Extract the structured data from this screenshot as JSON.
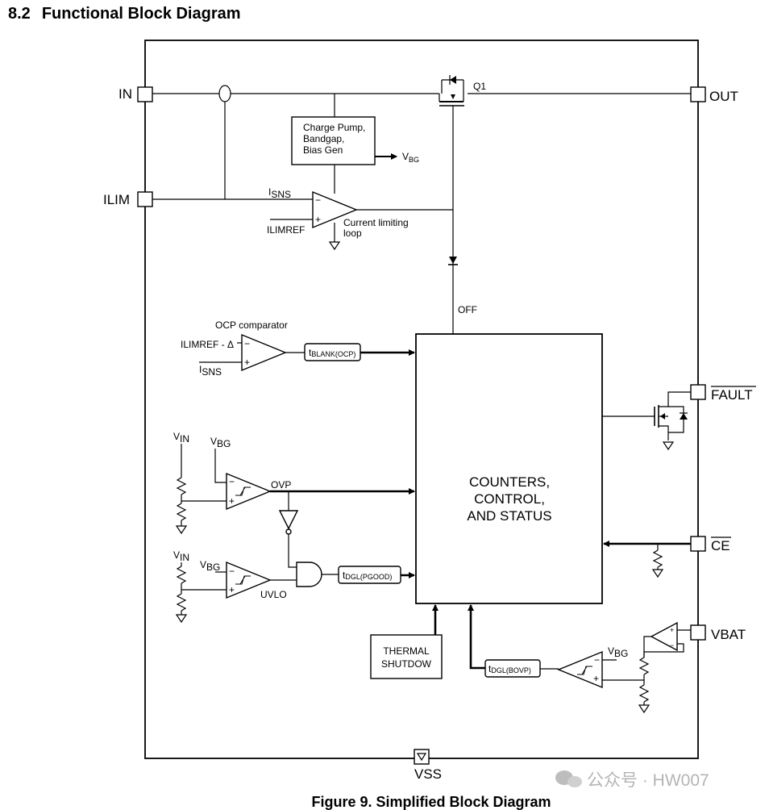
{
  "heading": {
    "number": "8.2",
    "title": "Functional Block Diagram"
  },
  "pins": {
    "in": "IN",
    "ilim": "ILIM",
    "out": "OUT",
    "fault": "FAULT",
    "ce": "CE",
    "vbat": "VBAT",
    "vss": "VSS"
  },
  "blocks": {
    "charge_pump": [
      "Charge Pump,",
      "Bandgap,",
      "Bias Gen"
    ],
    "control": [
      "COUNTERS,",
      "CONTROL,",
      "AND STATUS"
    ],
    "thermal": [
      "THERMAL",
      "SHUTDOW"
    ]
  },
  "labels": {
    "q1": "Q1",
    "vbg_main": "V",
    "vbg_sub": "BG",
    "isns1_i": "I",
    "isns1": "SNS",
    "ilimref": "ILIMREF",
    "current_loop": [
      "Current limiting",
      "loop"
    ],
    "off": "OFF",
    "ocp_comparator": "OCP comparator",
    "ilimref_delta": "ILIMREF - Δ",
    "isns2_i": "I",
    "isns2": "SNS",
    "tblank_t": "t",
    "tblank": "BLANK(OCP)",
    "vin1_v": "V",
    "vin1": "IN",
    "vbg1_v": "V",
    "vbg1": "BG",
    "ovp": "OVP",
    "vin2_v": "V",
    "vin2": "IN",
    "vbg2_v": "V",
    "vbg2": "BG",
    "uvlo": "UVLO",
    "tdgl_pgood_t": "t",
    "tdgl_pgood": "DGL(PGOOD)",
    "tdgl_bovp_t": "t",
    "tdgl_bovp": "DGL(BOVP)",
    "vbg3_v": "V",
    "vbg3": "BG"
  },
  "caption": "Figure 9.  Simplified Block Diagram",
  "watermark": "公众号 · HW007"
}
